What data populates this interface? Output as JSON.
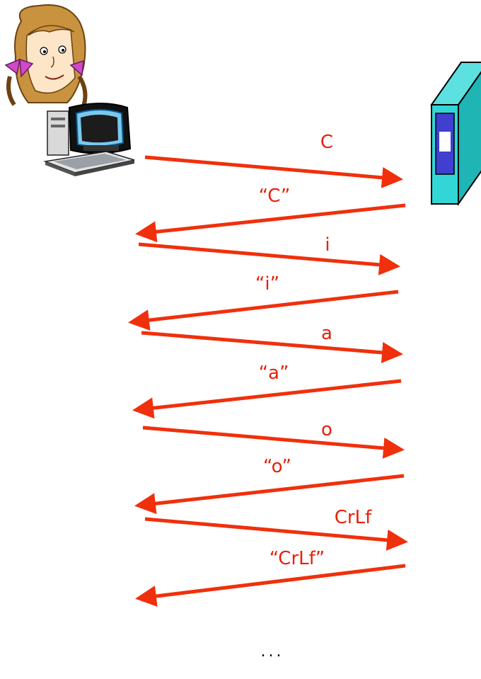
{
  "colors": {
    "arrow": "#f0300c",
    "label": "#e8200a",
    "server_body": "#33d6d6",
    "server_panel": "#3f3fd0"
  },
  "icons": {
    "user": "girl-avatar-icon",
    "client": "desktop-computer-icon",
    "server": "server-tower-icon"
  },
  "messages": [
    {
      "label": "C",
      "direction": "to-server"
    },
    {
      "label": "“C”",
      "direction": "to-client"
    },
    {
      "label": "i",
      "direction": "to-server"
    },
    {
      "label": "“i”",
      "direction": "to-client"
    },
    {
      "label": "a",
      "direction": "to-server"
    },
    {
      "label": "“a”",
      "direction": "to-client"
    },
    {
      "label": "o",
      "direction": "to-server"
    },
    {
      "label": "“o”",
      "direction": "to-client"
    },
    {
      "label": "CrLf",
      "direction": "to-server"
    },
    {
      "label": "“CrLf”",
      "direction": "to-client"
    }
  ],
  "continuation": "..."
}
